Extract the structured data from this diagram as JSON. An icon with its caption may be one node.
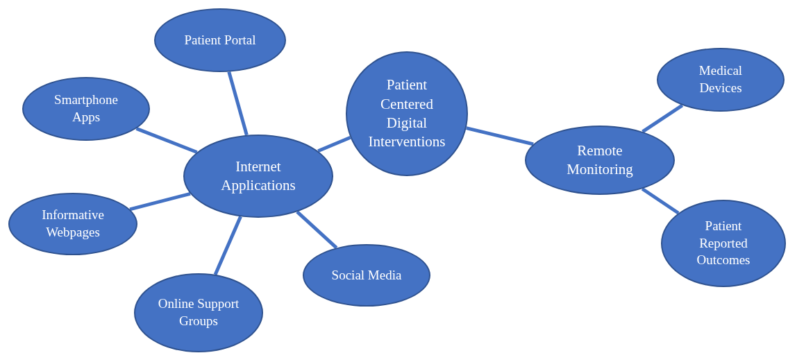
{
  "diagram": {
    "nodes": [
      {
        "text": [
          "Patient Centered Digital Interventions"
        ]
      },
      {
        "text": [
          "Internet Applications"
        ]
      },
      {
        "text": [
          "Patient Portal"
        ]
      },
      {
        "text": [
          "Smartphone Apps"
        ]
      },
      {
        "text": [
          "Informative Webpages"
        ]
      },
      {
        "text": [
          "Online Support Groups"
        ]
      },
      {
        "text": [
          "Social Media"
        ]
      },
      {
        "text": [
          "Remote Monitoring"
        ]
      },
      {
        "text": [
          "Medical Devices"
        ]
      },
      {
        "text": [
          "Patient Reported Outcomes"
        ]
      }
    ],
    "edges": [
      {
        "from": 0,
        "to": 1,
        "arrow": "none"
      },
      {
        "from": 1,
        "to": 2,
        "arrow": "none"
      },
      {
        "from": 1,
        "to": 3,
        "arrow": "none"
      },
      {
        "from": 1,
        "to": 4,
        "arrow": "none"
      },
      {
        "from": 1,
        "to": 5,
        "arrow": "none"
      },
      {
        "from": 1,
        "to": 6,
        "arrow": "none"
      },
      {
        "from": 0,
        "to": 7,
        "arrow": "none"
      },
      {
        "from": 7,
        "to": 8,
        "arrow": "none"
      },
      {
        "from": 7,
        "to": 9,
        "arrow": "none"
      }
    ]
  }
}
